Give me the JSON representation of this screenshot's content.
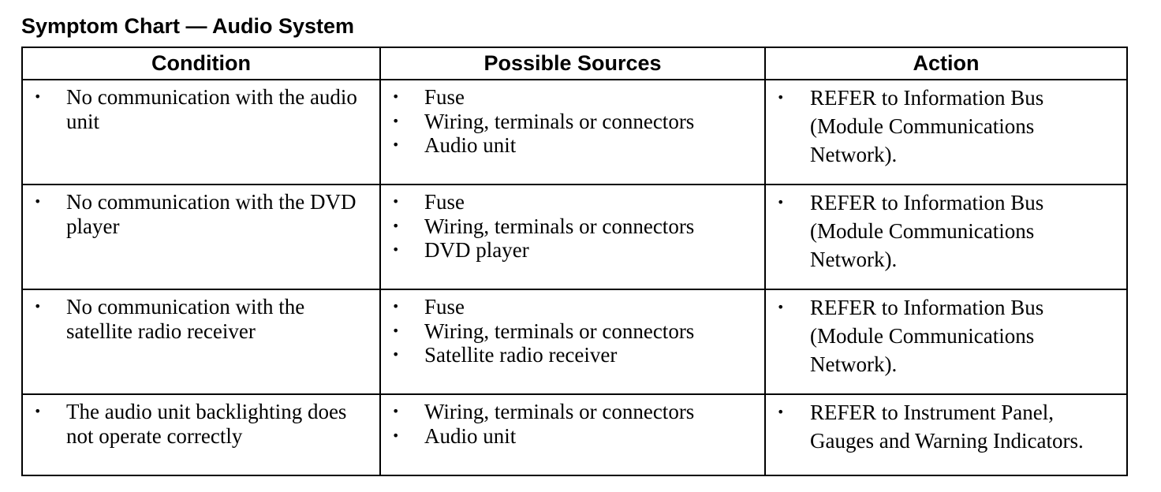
{
  "title": "Symptom Chart — Audio System",
  "headers": {
    "condition": "Condition",
    "sources": "Possible Sources",
    "action": "Action"
  },
  "bullet": "•",
  "rows": [
    {
      "condition": "No communication with the audio unit",
      "sources": [
        "Fuse",
        "Wiring, terminals or connectors",
        "Audio unit"
      ],
      "action": "REFER to Information Bus (Module Communications Network)."
    },
    {
      "condition": "No communication with the DVD player",
      "sources": [
        "Fuse",
        "Wiring, terminals or connectors",
        "DVD player"
      ],
      "action": "REFER to Information Bus (Module Communications Network)."
    },
    {
      "condition": "No communication with the satellite radio receiver",
      "sources": [
        "Fuse",
        "Wiring, terminals or connectors",
        "Satellite radio receiver"
      ],
      "action": "REFER to Information Bus (Module Communications Network)."
    },
    {
      "condition": "The audio unit backlighting does not operate correctly",
      "sources": [
        "Wiring, terminals or connectors",
        "Audio unit"
      ],
      "action": "REFER to Instrument Panel, Gauges and Warning Indicators."
    }
  ]
}
